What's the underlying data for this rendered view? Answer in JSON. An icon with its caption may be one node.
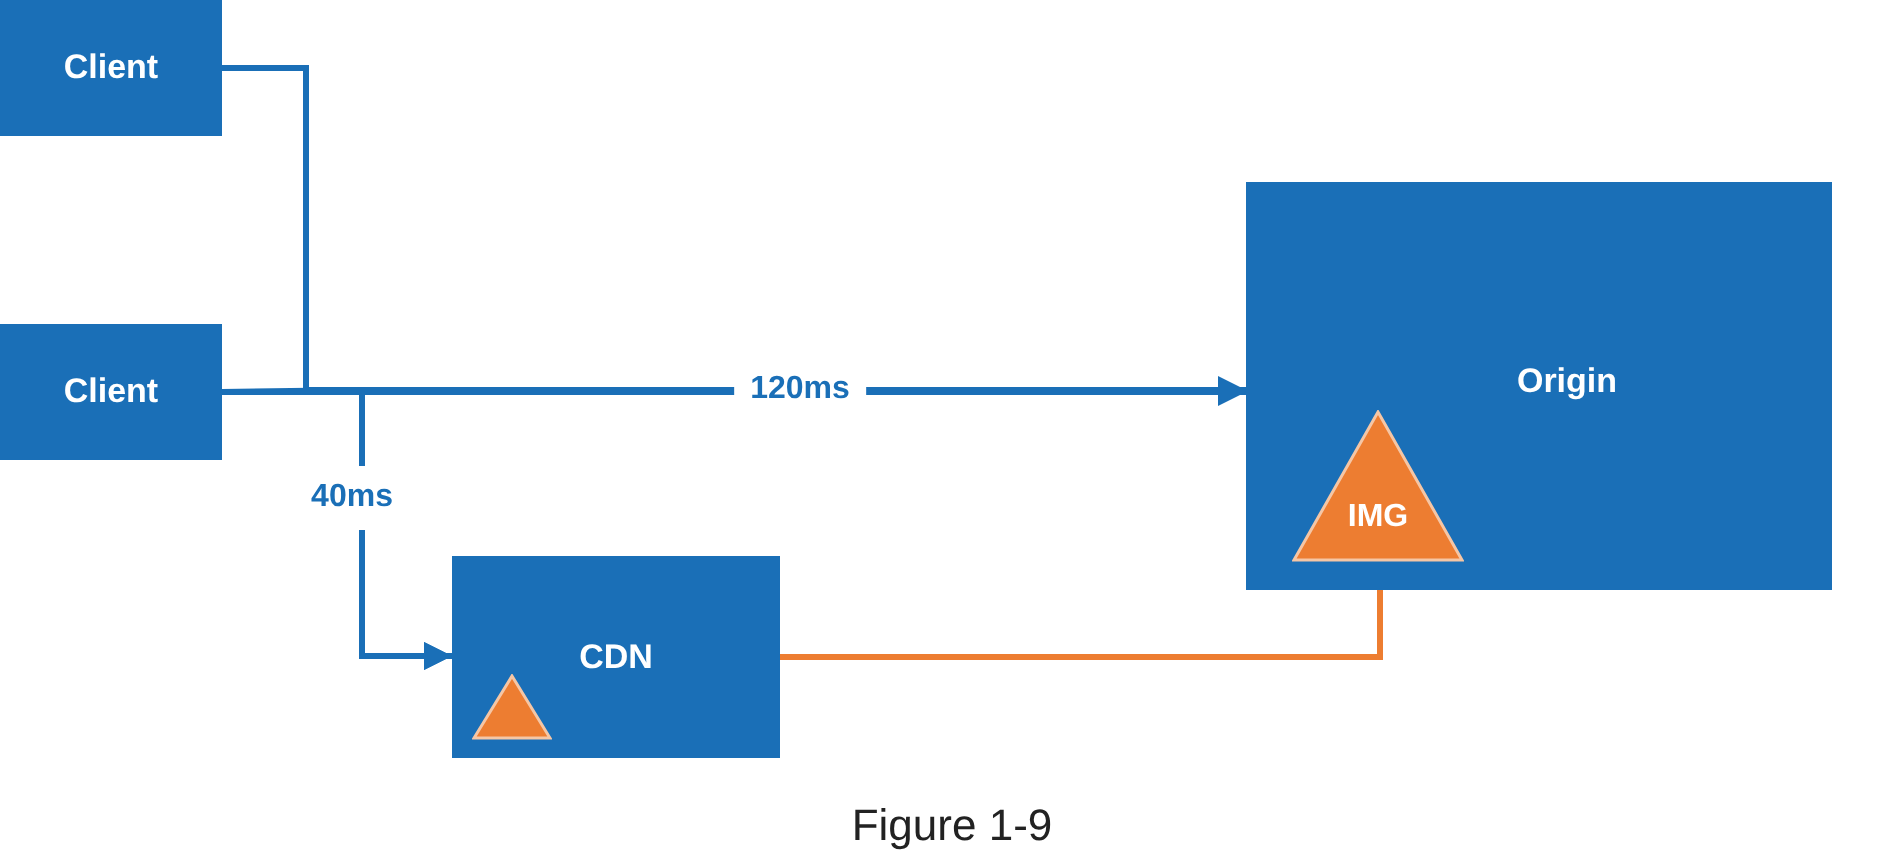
{
  "diagram": {
    "caption": "Figure 1-9",
    "nodes": [
      {
        "text": [
          "Client"
        ]
      },
      {
        "text": [
          "Client"
        ]
      },
      {
        "text": [
          "Origin"
        ]
      },
      {
        "text": [
          "IMG"
        ],
        "in": 2
      },
      {
        "text": [
          "CDN"
        ]
      },
      {
        "text": [],
        "shape": "triangle",
        "in": 4
      }
    ],
    "edges": [
      {
        "from": 0,
        "to": 2,
        "arrow": "to"
      },
      {
        "from": 1,
        "to": 2,
        "arrow": "to",
        "label": "120ms"
      },
      {
        "from": 0,
        "to": 4,
        "arrow": "to"
      },
      {
        "from": 1,
        "to": 4,
        "arrow": "to",
        "label": "40ms"
      },
      {
        "from": 4,
        "to": 3,
        "arrow": "none",
        "color": "#ed7d31"
      }
    ]
  }
}
